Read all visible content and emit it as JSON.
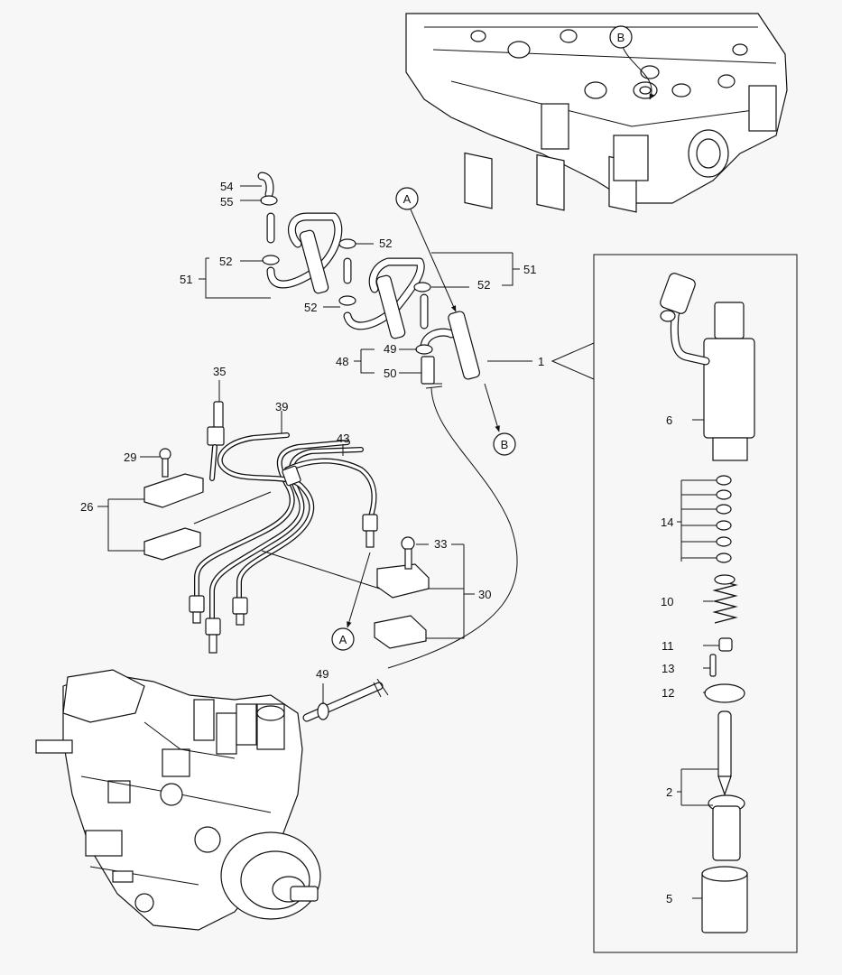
{
  "callouts": {
    "n1": "1",
    "n2": "2",
    "n5": "5",
    "n6": "6",
    "n10": "10",
    "n11": "11",
    "n12": "12",
    "n13": "13",
    "n14": "14",
    "n26": "26",
    "n29": "29",
    "n30": "30",
    "n33": "33",
    "n35": "35",
    "n39": "39",
    "n43": "43",
    "n48": "48",
    "n49_top": "49",
    "n49_bottom": "49",
    "n50": "50",
    "n51_left": "51",
    "n51_right": "51",
    "n52_a": "52",
    "n52_b": "52",
    "n52_c": "52",
    "n52_d": "52",
    "n54": "54",
    "n55": "55"
  },
  "refs": {
    "a_top": "A",
    "a_bottom": "A",
    "b_top": "B",
    "b_bottom": "B"
  }
}
